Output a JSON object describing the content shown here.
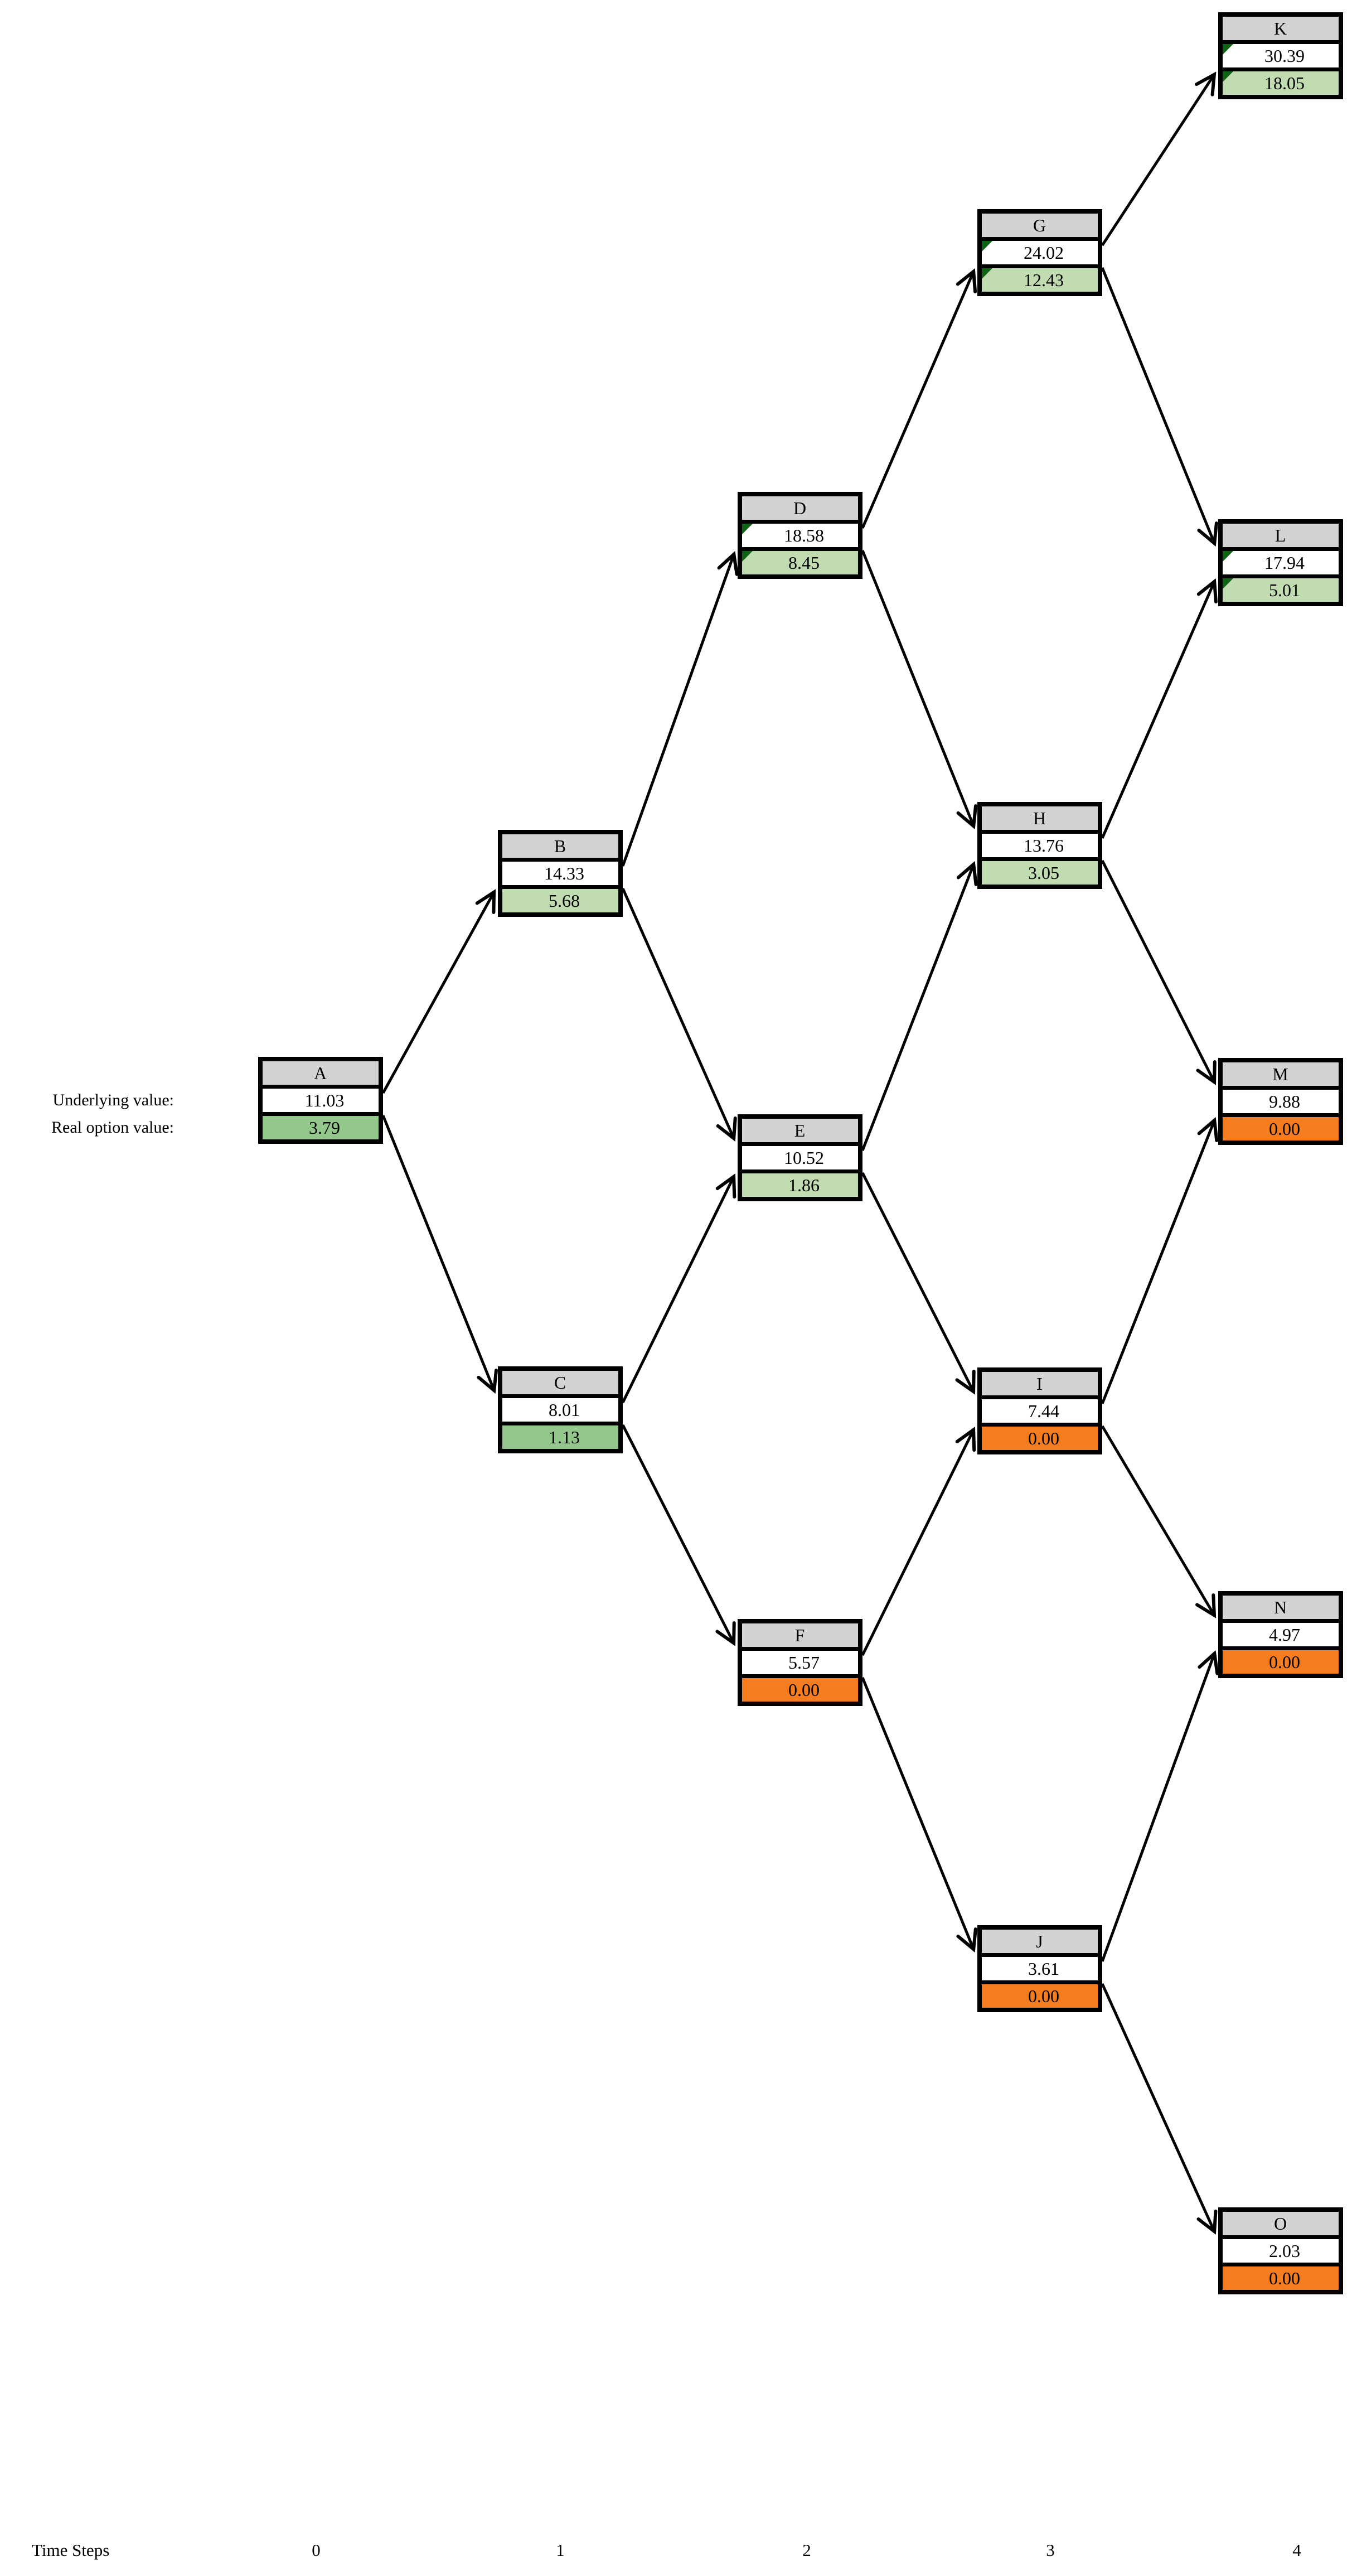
{
  "figure": {
    "underlying_label": "Underlying value:",
    "option_label": "Real option value:"
  },
  "axis": {
    "title": "Time Steps",
    "ticks": [
      "0",
      "1",
      "2",
      "3",
      "4"
    ]
  },
  "colors": {
    "header_gray": "#d3d3d3",
    "value_white": "#ffffff",
    "light_green": "#c2dcb2",
    "medium_green": "#94c78c",
    "orange": "#f57d1f",
    "flag_green": "#0f6314",
    "line_black": "#000000"
  },
  "nodes": {
    "A": {
      "label": "A",
      "underlying": "11.03",
      "option": "3.79",
      "fill": "medium-green",
      "flags": false
    },
    "B": {
      "label": "B",
      "underlying": "14.33",
      "option": "5.68",
      "fill": "light-green",
      "flags": false
    },
    "C": {
      "label": "C",
      "underlying": "8.01",
      "option": "1.13",
      "fill": "medium-green",
      "flags": false
    },
    "D": {
      "label": "D",
      "underlying": "18.58",
      "option": "8.45",
      "fill": "light-green",
      "flags": true
    },
    "E": {
      "label": "E",
      "underlying": "10.52",
      "option": "1.86",
      "fill": "light-green",
      "flags": false
    },
    "F": {
      "label": "F",
      "underlying": "5.57",
      "option": "0.00",
      "fill": "orange",
      "flags": false
    },
    "G": {
      "label": "G",
      "underlying": "24.02",
      "option": "12.43",
      "fill": "light-green",
      "flags": true
    },
    "H": {
      "label": "H",
      "underlying": "13.76",
      "option": "3.05",
      "fill": "light-green",
      "flags": false
    },
    "I": {
      "label": "I",
      "underlying": "7.44",
      "option": "0.00",
      "fill": "orange",
      "flags": false
    },
    "J": {
      "label": "J",
      "underlying": "3.61",
      "option": "0.00",
      "fill": "orange",
      "flags": false
    },
    "K": {
      "label": "K",
      "underlying": "30.39",
      "option": "18.05",
      "fill": "light-green",
      "flags": true
    },
    "L": {
      "label": "L",
      "underlying": "17.94",
      "option": "5.01",
      "fill": "light-green",
      "flags": true
    },
    "M": {
      "label": "M",
      "underlying": "9.88",
      "option": "0.00",
      "fill": "orange",
      "flags": false
    },
    "N": {
      "label": "N",
      "underlying": "4.97",
      "option": "0.00",
      "fill": "orange",
      "flags": false
    },
    "O": {
      "label": "O",
      "underlying": "2.03",
      "option": "0.00",
      "fill": "orange",
      "flags": false
    }
  },
  "edges": [
    [
      "A",
      "B"
    ],
    [
      "A",
      "C"
    ],
    [
      "B",
      "D"
    ],
    [
      "B",
      "E"
    ],
    [
      "C",
      "E"
    ],
    [
      "C",
      "F"
    ],
    [
      "D",
      "G"
    ],
    [
      "D",
      "H"
    ],
    [
      "E",
      "H"
    ],
    [
      "E",
      "I"
    ],
    [
      "F",
      "I"
    ],
    [
      "F",
      "J"
    ],
    [
      "G",
      "K"
    ],
    [
      "G",
      "L"
    ],
    [
      "H",
      "L"
    ],
    [
      "H",
      "M"
    ],
    [
      "I",
      "M"
    ],
    [
      "I",
      "N"
    ],
    [
      "J",
      "N"
    ],
    [
      "J",
      "O"
    ]
  ]
}
